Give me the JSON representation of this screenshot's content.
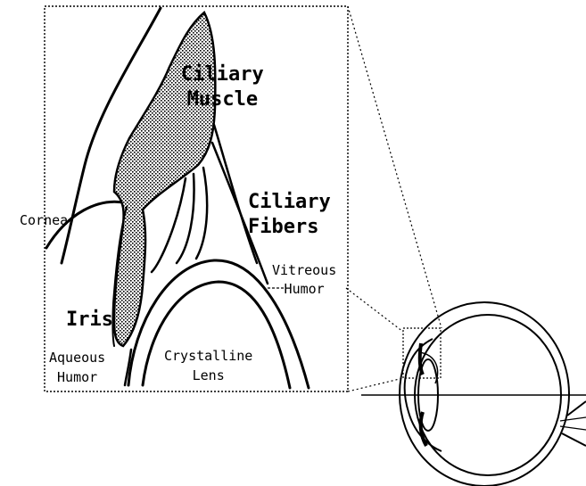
{
  "labels": {
    "ciliary_muscle": [
      "Ciliary",
      "Muscle"
    ],
    "ciliary_fibers": [
      "Ciliary",
      "Fibers"
    ],
    "cornea": "Cornea",
    "vitreous_humor": [
      "Vitreous",
      "Humor"
    ],
    "iris": "Iris",
    "aqueous_humor": [
      "Aqueous",
      "Humor"
    ],
    "crystalline_lens": [
      "Crystalline",
      "Lens"
    ]
  },
  "colors": {
    "ink": "#000000",
    "background": "#ffffff"
  }
}
